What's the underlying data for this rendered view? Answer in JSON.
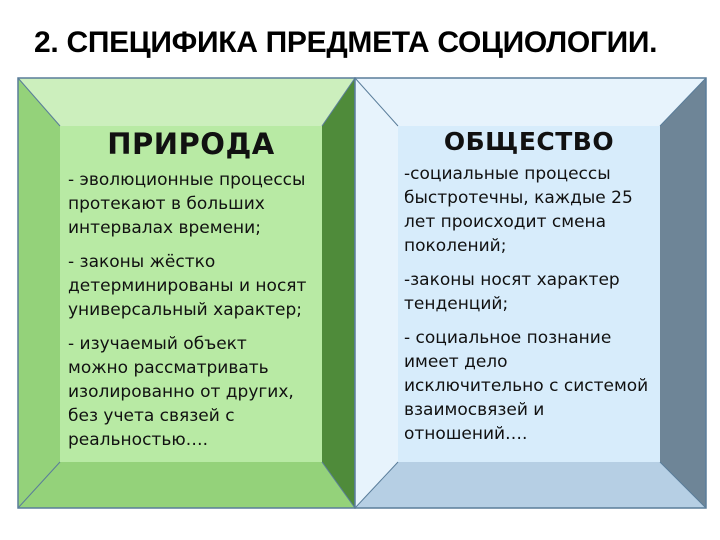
{
  "title": "2. СПЕЦИФИКА ПРЕДМЕТА СОЦИОЛОГИИ.",
  "panels": [
    {
      "heading": "ПРИРОДА",
      "items": [
        "- эволюционные процессы\nпротекают в больших\nинтервалах времени;",
        "- законы жёстко\nдетерминированы и носят\nуниверсальный характер;",
        "- изучаемый объект\nможно рассматривать\nизолированно от других,\nбез учета связей с\nреальностью…."
      ]
    },
    {
      "heading": "ОБЩЕСТВО",
      "items": [
        "-социальные процессы\nбыстротечны, каждые 25\nлет происходит смена\nпоколений;",
        "-законы носят характер\nтенденций;",
        "- социальное познание\nимеет дело\nисключительно с системой\nвзаимосвязей и\nотношений…."
      ]
    }
  ],
  "colors": {
    "left_face": "#b8eaa4",
    "left_bevel_light": "#ccefbd",
    "left_bevel_mid": "#94d27a",
    "left_bevel_dark": "#4f8b3a",
    "right_face": "#d7ecfb",
    "right_bevel_light": "#e7f3fc",
    "right_bevel_mid": "#b6cfe4",
    "right_bevel_dark": "#6e8597",
    "border": "#5a7d9a"
  }
}
